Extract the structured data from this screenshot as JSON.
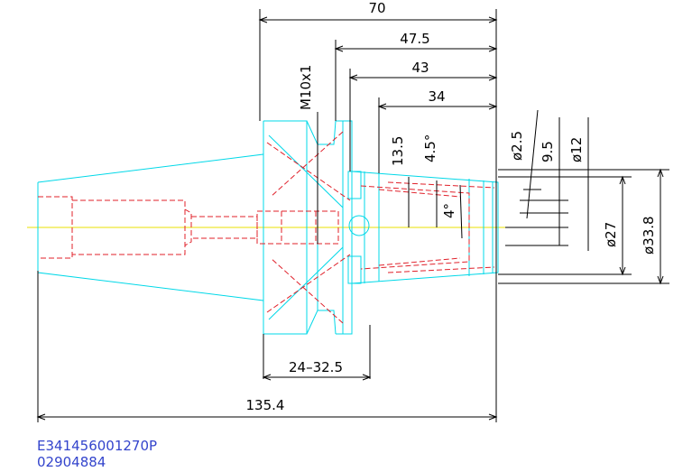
{
  "colors": {
    "outline": "#00d8e8",
    "hidden": "#e0202a",
    "centerline": "#e8e000",
    "dimension": "#000000",
    "code_text": "#3344cc"
  },
  "dimensions": {
    "overall_length": "70",
    "d_47_5": "47.5",
    "d_43": "43",
    "d_34": "34",
    "thread": "M10x1",
    "d_13_5": "13.5",
    "angle_4_5": "4.5°",
    "angle_4": "4°",
    "dia_2_5": "ø2.5",
    "d_9_5": "9.5",
    "dia_12": "ø12",
    "dia_27": "ø27",
    "dia_33_8": "ø33.8",
    "range": "24–32.5",
    "total_length": "135.4"
  },
  "part_codes": {
    "line1": "E341456001270P",
    "line2": "02904884"
  }
}
